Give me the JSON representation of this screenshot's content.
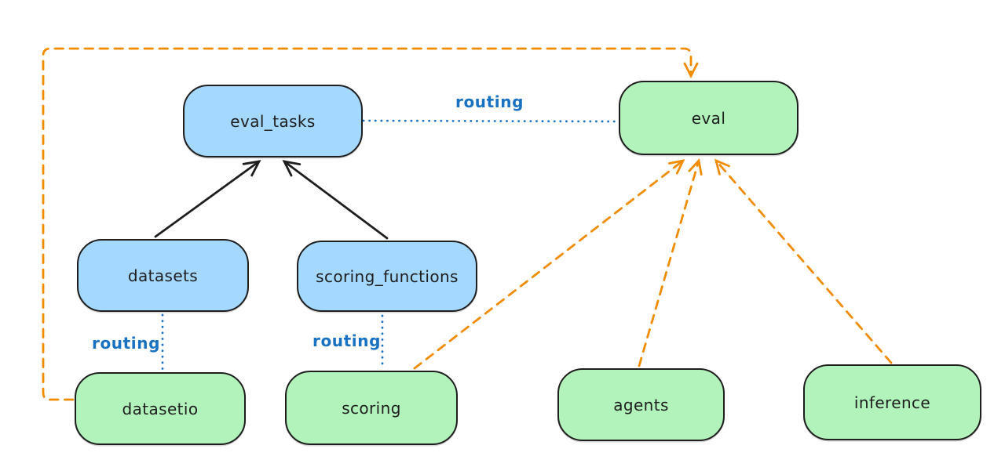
{
  "diagram": {
    "kind": "provider-routing-flow-diagram",
    "background": "#ffffff",
    "colors": {
      "node_blue_fill": "#a5d8ff",
      "node_green_fill": "#b2f2bb",
      "node_stroke": "#1e1e1e",
      "routing_blue": "#1971c2",
      "dashed_orange": "#f08c00",
      "solid_black": "#1e1e1e"
    },
    "nodes": [
      {
        "id": "eval_tasks",
        "label": "eval_tasks",
        "color": "blue"
      },
      {
        "id": "eval",
        "label": "eval",
        "color": "green"
      },
      {
        "id": "datasets",
        "label": "datasets",
        "color": "blue"
      },
      {
        "id": "scoring_functions",
        "label": "scoring_functions",
        "color": "blue"
      },
      {
        "id": "datasetio",
        "label": "datasetio",
        "color": "green"
      },
      {
        "id": "scoring",
        "label": "scoring",
        "color": "green"
      },
      {
        "id": "agents",
        "label": "agents",
        "color": "green"
      },
      {
        "id": "inference",
        "label": "inference",
        "color": "green"
      }
    ],
    "edges": [
      {
        "from": "datasets",
        "to": "eval_tasks",
        "style": "solid",
        "color": "#1e1e1e",
        "arrow": "end",
        "label": ""
      },
      {
        "from": "scoring_functions",
        "to": "eval_tasks",
        "style": "solid",
        "color": "#1e1e1e",
        "arrow": "end",
        "label": ""
      },
      {
        "from": "eval_tasks",
        "to": "eval",
        "style": "dotted",
        "color": "#1971c2",
        "arrow": "none",
        "label": "routing"
      },
      {
        "from": "datasets",
        "to": "datasetio",
        "style": "dotted",
        "color": "#1971c2",
        "arrow": "none",
        "label": "routing"
      },
      {
        "from": "scoring_functions",
        "to": "scoring",
        "style": "dotted",
        "color": "#1971c2",
        "arrow": "none",
        "label": "routing"
      },
      {
        "from": "datasetio",
        "to": "eval",
        "style": "dashed",
        "color": "#f08c00",
        "arrow": "end",
        "label": "",
        "route": "left-up-across-top"
      },
      {
        "from": "scoring",
        "to": "eval",
        "style": "dashed",
        "color": "#f08c00",
        "arrow": "end",
        "label": ""
      },
      {
        "from": "agents",
        "to": "eval",
        "style": "dashed",
        "color": "#f08c00",
        "arrow": "end",
        "label": ""
      },
      {
        "from": "inference",
        "to": "eval",
        "style": "dashed",
        "color": "#f08c00",
        "arrow": "end",
        "label": ""
      }
    ]
  }
}
